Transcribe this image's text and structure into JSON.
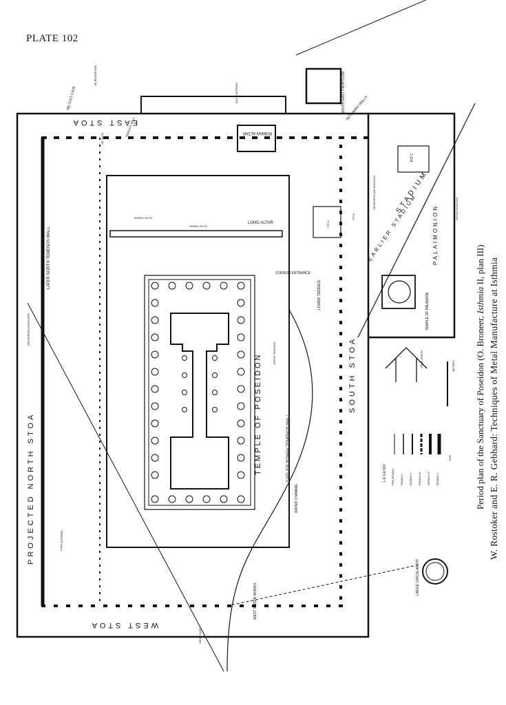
{
  "plate_label": "PLATE 102",
  "caption": {
    "line1_prefix": "Period plan of the Sanctuary of Poseidon (O. Broneer, ",
    "line1_italic": "Isthmia",
    "line1_suffix": " II, plan III)",
    "line2": "W. Rostoker and E. R. Gebhard: Techniques of Metal Manufacture at Isthmia"
  },
  "plan_labels": {
    "east_stoa": "EAST STOA",
    "west_stoa": "WEST STOA",
    "south_stoa": "SOUTH STOA",
    "projected_north_stoa": "PROJECTED NORTH STOA",
    "temple": "TEMPLE OF POSEIDON",
    "roman_altar": "ROMAN ALTAR",
    "long_altar": "LONG ALTAR",
    "wheel_ruts_1": "WHEEL RUTS",
    "wheel_ruts_2": "WHEEL RUTS",
    "later_north_temenos_wall": "LATER NORTH TEMENOS WALL",
    "earlier_roman_temenos_wall": "EARLIER ROMAN TEMENOS WALL",
    "upper_terrace": "UPPER TERRACE",
    "lower_terrace": "LOWER TERRACE",
    "water_channel": "WATER CHANNEL",
    "stadium_entrance": "STADIUM ENTRANCE",
    "earlier_stadium": "EARLIER STADIUM",
    "palaimonion": "PALAIMONION",
    "temple_of_palaimon": "TEMPLE OF PALAIMON",
    "pit_c": "PIT C",
    "pit_a": "PIT A",
    "pit_b": "PIT B",
    "semicircular_building": "SEMICIRCULAR BUILDING",
    "south_building": "SOUTH BUILDING",
    "south_east_propylon": "SOUTH EAST PROPYLON",
    "retaining_walls": "RETAINING WALLS",
    "stadium": "STADIUM",
    "east_gateway": "EAST GATEWAY",
    "ne_reservoir": "NE RESERVOIR",
    "ne_cult_cave": "NE CULT CAVE",
    "ne_gate": "NE GATE",
    "terrace_wall": "TERRACE WALL",
    "northern_reservoir": "NORTHERN RESERVOIR",
    "west_water_works": "WEST WATER WORKS",
    "west_gate": "WEST GATE",
    "terrace_wall_w": "TERRACE WALL",
    "large_circular_pit": "LARGE CIRCULAR PIT",
    "true_north": "TRUE NORTH",
    "metres": "METRES",
    "date": "1966"
  },
  "legend": {
    "title": "LEGEND",
    "items": [
      "PRE-ROMAN",
      "ROMAN I",
      "ROMAN II",
      "ROMAN III",
      "ROMAN IV",
      "ROMAN V"
    ]
  }
}
